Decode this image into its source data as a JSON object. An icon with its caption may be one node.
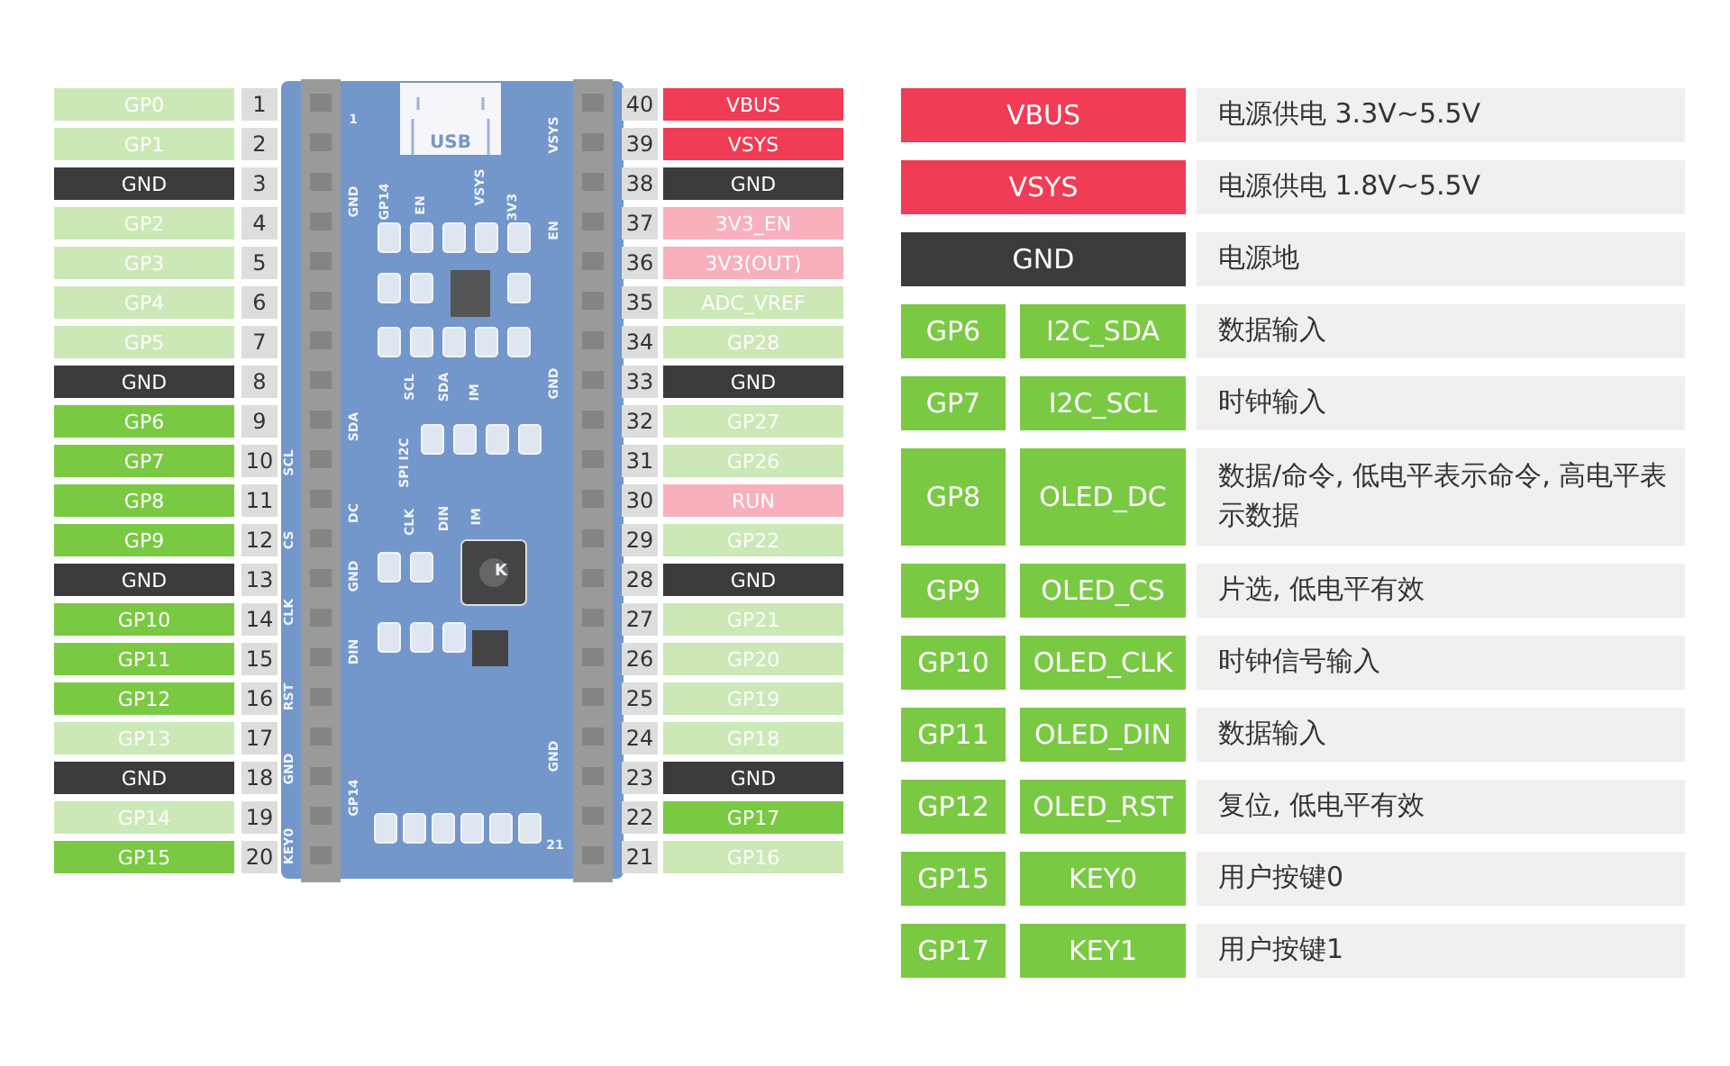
{
  "diagram": {
    "nodes": [
      {
        "text": [
          "GP0"
        ]
      },
      {
        "text": [
          "GP1"
        ]
      },
      {
        "text": [
          "GND"
        ]
      },
      {
        "text": [
          "GP2"
        ]
      },
      {
        "text": [
          "GP3"
        ]
      },
      {
        "text": [
          "GP4"
        ]
      },
      {
        "text": [
          "GP5"
        ]
      },
      {
        "text": [
          "GND"
        ]
      },
      {
        "text": [
          "GP6"
        ]
      },
      {
        "text": [
          "GP7"
        ]
      },
      {
        "text": [
          "GP8"
        ]
      },
      {
        "text": [
          "GP9"
        ]
      },
      {
        "text": [
          "GND"
        ]
      },
      {
        "text": [
          "GP10"
        ]
      },
      {
        "text": [
          "GP11"
        ]
      },
      {
        "text": [
          "GP12"
        ]
      },
      {
        "text": [
          "GP13"
        ]
      },
      {
        "text": [
          "GND"
        ]
      },
      {
        "text": [
          "GP14"
        ]
      },
      {
        "text": [
          "GP15"
        ]
      },
      {
        "text": [
          "1"
        ]
      },
      {
        "text": [
          "2"
        ]
      },
      {
        "text": [
          "3"
        ]
      },
      {
        "text": [
          "4"
        ]
      },
      {
        "text": [
          "5"
        ]
      },
      {
        "text": [
          "6"
        ]
      },
      {
        "text": [
          "7"
        ]
      },
      {
        "text": [
          "8"
        ]
      },
      {
        "text": [
          "9"
        ]
      },
      {
        "text": [
          "10"
        ]
      },
      {
        "text": [
          "11"
        ]
      },
      {
        "text": [
          "12"
        ]
      },
      {
        "text": [
          "13"
        ]
      },
      {
        "text": [
          "14"
        ]
      },
      {
        "text": [
          "15"
        ]
      },
      {
        "text": [
          "16"
        ]
      },
      {
        "text": [
          "17"
        ]
      },
      {
        "text": [
          "18"
        ]
      },
      {
        "text": [
          "19"
        ]
      },
      {
        "text": [
          "20"
        ]
      },
      {
        "text": [
          "40"
        ]
      },
      {
        "text": [
          "39"
        ]
      },
      {
        "text": [
          "38"
        ]
      },
      {
        "text": [
          "37"
        ]
      },
      {
        "text": [
          "36"
        ]
      },
      {
        "text": [
          "35"
        ]
      },
      {
        "text": [
          "34"
        ]
      },
      {
        "text": [
          "33"
        ]
      },
      {
        "text": [
          "32"
        ]
      },
      {
        "text": [
          "31"
        ]
      },
      {
        "text": [
          "30"
        ]
      },
      {
        "text": [
          "29"
        ]
      },
      {
        "text": [
          "28"
        ]
      },
      {
        "text": [
          "27"
        ]
      },
      {
        "text": [
          "26"
        ]
      },
      {
        "text": [
          "25"
        ]
      },
      {
        "text": [
          "24"
        ]
      },
      {
        "text": [
          "23"
        ]
      },
      {
        "text": [
          "22"
        ]
      },
      {
        "text": [
          "21"
        ]
      },
      {
        "text": [
          "VBUS"
        ]
      },
      {
        "text": [
          "VSYS"
        ]
      },
      {
        "text": [
          "GND"
        ]
      },
      {
        "text": [
          "3V3_EN"
        ]
      },
      {
        "text": [
          "3V3(OUT)"
        ]
      },
      {
        "text": [
          "ADC_VREF"
        ]
      },
      {
        "text": [
          "GP28"
        ]
      },
      {
        "text": [
          "GND"
        ]
      },
      {
        "text": [
          "GP27"
        ]
      },
      {
        "text": [
          "GP26"
        ]
      },
      {
        "text": [
          "RUN"
        ]
      },
      {
        "text": [
          "GP22"
        ]
      },
      {
        "text": [
          "GND"
        ]
      },
      {
        "text": [
          "GP21"
        ]
      },
      {
        "text": [
          "GP20"
        ]
      },
      {
        "text": [
          "GP19"
        ]
      },
      {
        "text": [
          "GP18"
        ]
      },
      {
        "text": [
          "GND"
        ]
      },
      {
        "text": [
          "GP17"
        ]
      },
      {
        "text": [
          "GP16"
        ]
      },
      {
        "text": [
          "VBUS"
        ]
      },
      {
        "text": [
          "电源供电 3.3V~5.5V"
        ]
      },
      {
        "text": [
          "VSYS"
        ]
      },
      {
        "text": [
          "电源供电 1.8V~5.5V"
        ]
      },
      {
        "text": [
          "GND"
        ]
      },
      {
        "text": [
          "电源地"
        ]
      },
      {
        "text": [
          "GP6"
        ]
      },
      {
        "text": [
          "I2C_SDA"
        ]
      },
      {
        "text": [
          "数据输入"
        ]
      },
      {
        "text": [
          "GP7"
        ]
      },
      {
        "text": [
          "I2C_SCL"
        ]
      },
      {
        "text": [
          "时钟输入"
        ]
      },
      {
        "text": [
          "GP8"
        ]
      },
      {
        "text": [
          "OLED_DC"
        ]
      },
      {
        "text": [
          "数据/命令, 低电平表示命令, 高电平表示数据"
        ]
      },
      {
        "text": [
          "GP9"
        ]
      },
      {
        "text": [
          "OLED_CS"
        ]
      },
      {
        "text": [
          "片选, 低电平有效"
        ]
      },
      {
        "text": [
          "GP10"
        ]
      },
      {
        "text": [
          "OLED_CLK"
        ]
      },
      {
        "text": [
          "时钟信号输入"
        ]
      },
      {
        "text": [
          "GP11"
        ]
      },
      {
        "text": [
          "OLED_DIN"
        ]
      },
      {
        "text": [
          "数据输入"
        ]
      },
      {
        "text": [
          "GP12"
        ]
      },
      {
        "text": [
          "OLED_RST"
        ]
      },
      {
        "text": [
          "复位, 低电平有效"
        ]
      },
      {
        "text": [
          "GP15"
        ]
      },
      {
        "text": [
          "KEY0"
        ]
      },
      {
        "text": [
          "用户按键0"
        ]
      },
      {
        "text": [
          "GP17"
        ]
      },
      {
        "text": [
          "KEY1"
        ]
      },
      {
        "text": [
          "用户按键1"
        ]
      }
    ],
    "edges": [],
    "labels": [
      "1",
      "USB",
      "VSYS",
      "GND",
      "GP14",
      "EN",
      "VSYS",
      "3V3",
      "EN",
      "SCL",
      "SDA",
      "IM",
      "GND",
      "SDA",
      "SCL",
      "SPI I2C",
      "DC",
      "CLK",
      "DIN",
      "IM",
      "CS",
      "GND",
      "K",
      "CLK",
      "DIN",
      "RST",
      "GND",
      "GND",
      "GP14",
      "KEY0",
      "21"
    ]
  }
}
